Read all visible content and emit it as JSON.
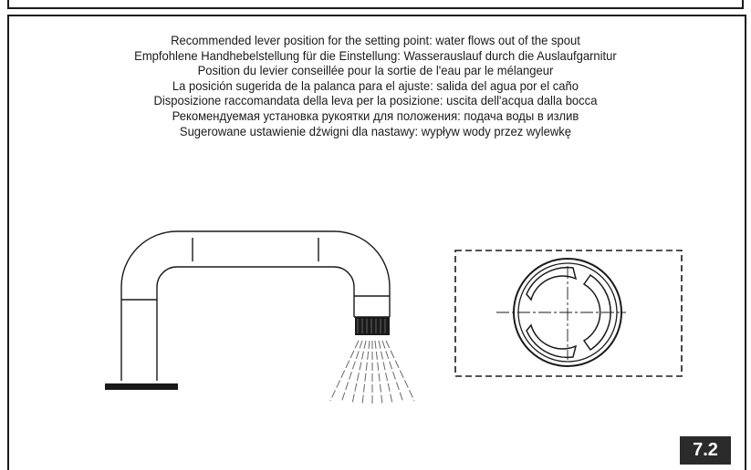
{
  "instructions": [
    "Recommended lever position for the setting point: water flows out of the spout",
    "Empfohlene Handhebelstellung für die Einstellung: Wasserauslauf durch die Auslaufgarnitur",
    "Position du levier conseillée pour la sortie de l'eau par le mélangeur",
    "La posición sugerida de la palanca para el ajuste: salida del agua por el caño",
    "Disposizione raccomandata della leva per la posizione: uscita dell'acqua dalla bocca",
    "Рекомендуемая установка рукоятки для положения: подача воды в излив",
    "Sugerowane ustawienie dźwigni dla nastawy: wypływ wody przez wylewkę"
  ],
  "page_number": "7.2",
  "colors": {
    "ink": "#1a1a1a",
    "badge_background": "#2b2b2b",
    "badge_text": "#ffffff"
  },
  "icons": [
    "spout-illustration-icon",
    "water-spray-icon",
    "lever-knob-icon"
  ]
}
